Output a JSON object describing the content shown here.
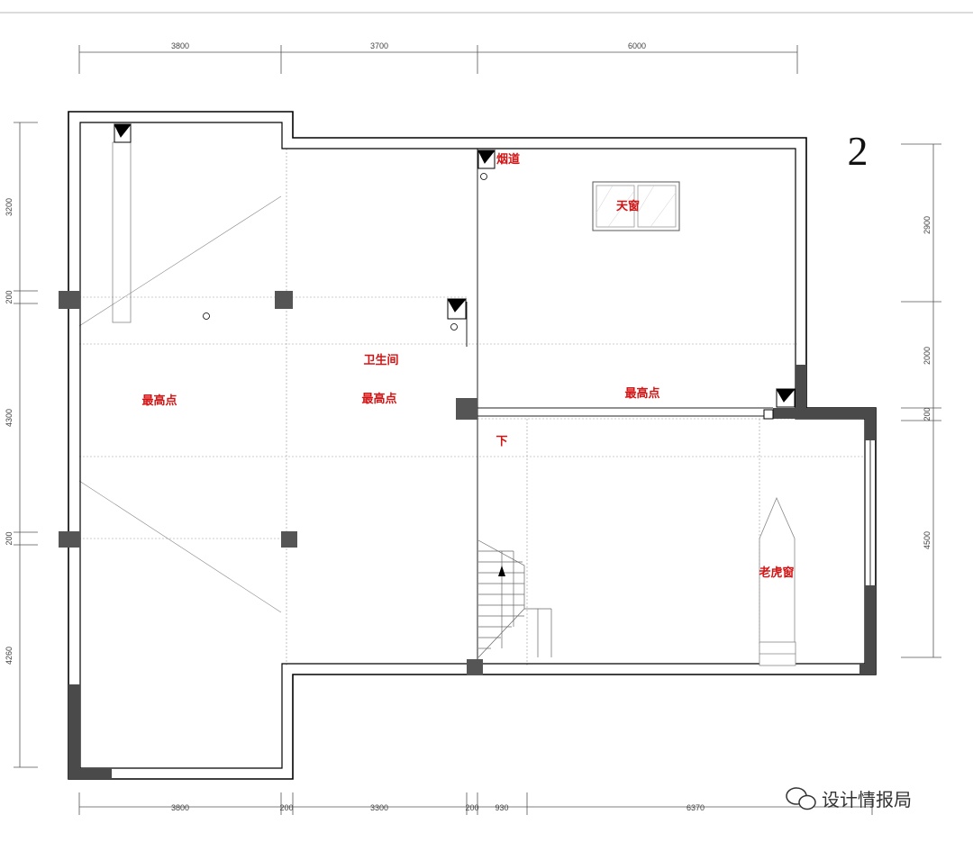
{
  "page_number": "2",
  "dimensions": {
    "top": [
      "3800",
      "3700",
      "6000"
    ],
    "bottom": [
      "3800",
      "200",
      "3300",
      "200",
      "930",
      "6370"
    ],
    "left": [
      "3200",
      "200",
      "4300",
      "200",
      "4260"
    ],
    "right": [
      "2900",
      "2000",
      "200",
      "4500"
    ]
  },
  "rooms": {
    "flue": "烟道",
    "skylight": "天窗",
    "bathroom": "卫生间",
    "highest_left": "最高点",
    "highest_mid": "最高点",
    "highest_right": "最高点",
    "down": "下",
    "dormer": "老虎窗"
  },
  "watermark": {
    "text": "设计情报局",
    "icon": "wechat-icon"
  },
  "colors": {
    "wall": "#000000",
    "column": "#555555",
    "label": "#d41414"
  }
}
